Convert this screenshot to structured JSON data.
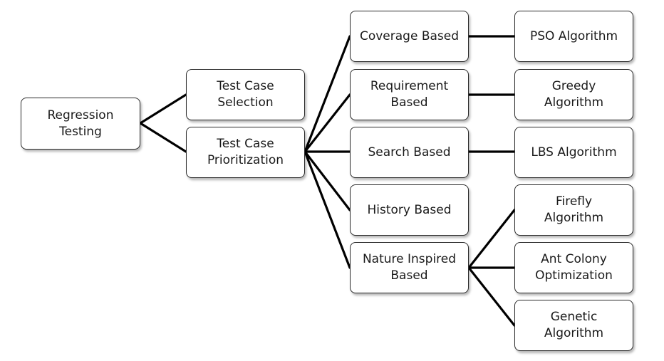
{
  "nodes": {
    "regression_testing": "Regression\nTesting",
    "test_case_selection": "Test Case\nSelection",
    "test_case_prioritization": "Test Case\nPrioritization",
    "coverage_based": "Coverage Based",
    "requirement_based": "Requirement\nBased",
    "search_based": "Search Based",
    "history_based": "History Based",
    "nature_inspired_based": "Nature Inspired\nBased",
    "pso_algorithm": "PSO Algorithm",
    "greedy_algorithm": "Greedy\nAlgorithm",
    "lbs_algorithm": "LBS Algorithm",
    "firefly_algorithm": "Firefly\nAlgorithm",
    "ant_colony_optimization": "Ant Colony\nOptimization",
    "genetic_algorithm": "Genetic\nAlgorithm"
  },
  "colors": {
    "line": "#000000",
    "border": "#2b2b2b",
    "text": "#1a1a1a"
  }
}
